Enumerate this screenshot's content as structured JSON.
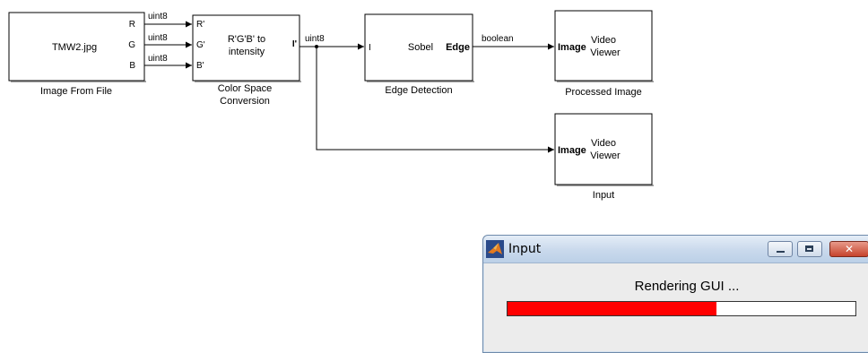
{
  "blocks": {
    "image_from_file": {
      "content": "TMW2.jpg",
      "caption": "Image From File",
      "ports": {
        "r": "R",
        "g": "G",
        "b": "B"
      }
    },
    "color_space_conversion": {
      "content_line1": "R'G'B' to",
      "content_line2": "intensity",
      "caption_line1": "Color Space",
      "caption_line2": "Conversion",
      "ports": {
        "r_in": "R'",
        "g_in": "G'",
        "b_in": "B'",
        "out": "I'"
      }
    },
    "edge_detection": {
      "content": "Sobel",
      "caption": "Edge Detection",
      "ports": {
        "in": "I",
        "out": "Edge"
      }
    },
    "processed_viewer": {
      "content_line1": "Video",
      "content_line2": "Viewer",
      "caption": "Processed Image",
      "port": "Image"
    },
    "input_viewer": {
      "content_line1": "Video",
      "content_line2": "Viewer",
      "caption": "Input",
      "port": "Image"
    }
  },
  "signals": {
    "r": "uint8",
    "g": "uint8",
    "b": "uint8",
    "intensity": "uint8",
    "edge": "boolean"
  },
  "dialog": {
    "title": "Input",
    "message": "Rendering GUI ...",
    "progress": 0.6,
    "progress_color": "#ff0000",
    "icons": {
      "app": "matlab-icon",
      "minimize": "minimize-icon",
      "maximize": "maximize-icon",
      "close": "close-icon"
    }
  }
}
